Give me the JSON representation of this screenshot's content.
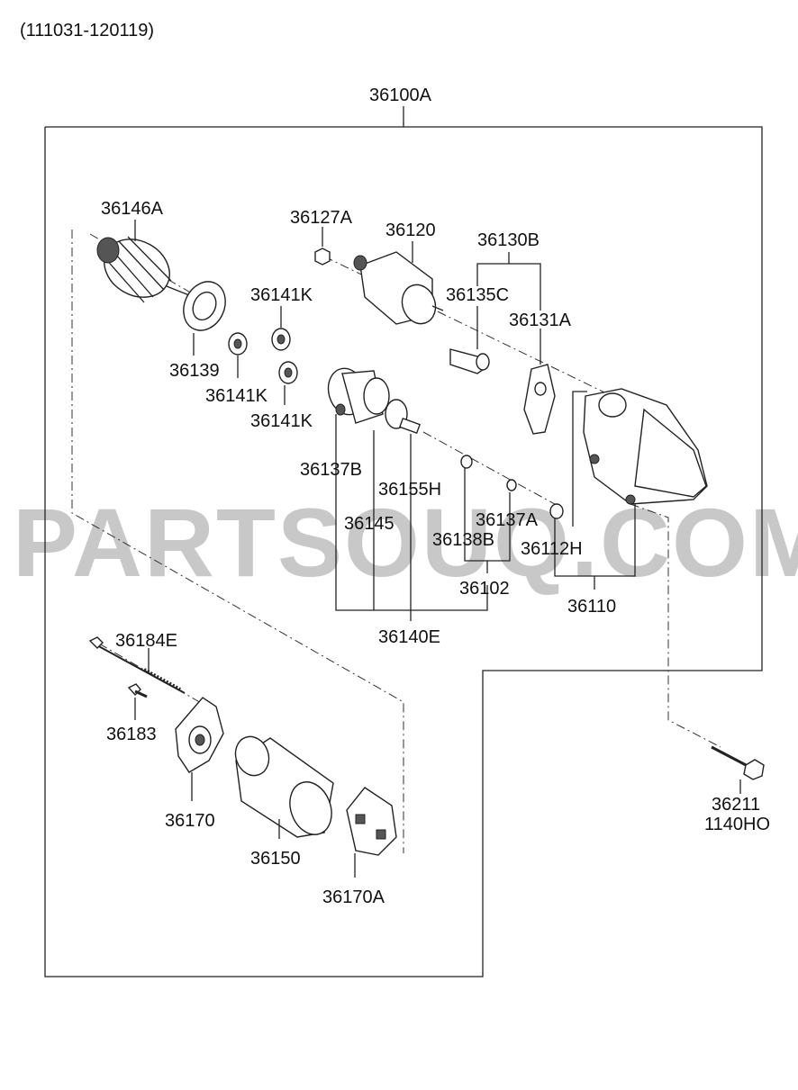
{
  "date_range": "(111031-120119)",
  "watermark": "PARTSOUQ.COM",
  "labels": {
    "assembly": "36100A",
    "armature": "36146A",
    "nut": "36127A",
    "solenoid": "36120",
    "lever_set": "36130B",
    "plunger": "36135C",
    "lever": "36131A",
    "bearing_a": "36141K",
    "bearing_b": "36141K",
    "bearing_c": "36141K",
    "plate": "36139",
    "clutch": "36137B",
    "pinion": "36145",
    "shaft": "36155H",
    "ring_a": "36137A",
    "ring_b": "36138B",
    "bushing": "36112H",
    "gear_set": "36102",
    "housing": "36110",
    "drive_assy": "36140E",
    "thru_bolt": "36184E",
    "screw": "36183",
    "end_frame": "36170",
    "yoke": "36150",
    "brush_holder": "36170A",
    "mount_bolt_1": "36211",
    "mount_bolt_2": "1140HO"
  }
}
